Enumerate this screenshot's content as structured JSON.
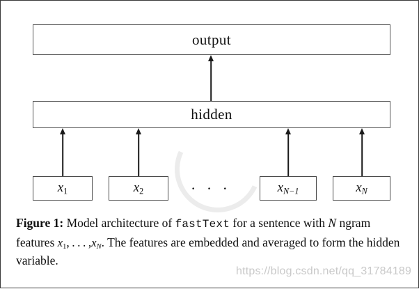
{
  "figure": {
    "layers": {
      "output": {
        "label": "output"
      },
      "hidden": {
        "label": "hidden"
      }
    },
    "inputs": [
      {
        "id": "x1",
        "base": "x",
        "sub": "1",
        "sub_italic": false
      },
      {
        "id": "x2",
        "base": "x",
        "sub": "2",
        "sub_italic": false
      },
      {
        "id": "xn1",
        "base": "x",
        "sub": "N−1",
        "sub_italic": true
      },
      {
        "id": "xn",
        "base": "x",
        "sub": "N",
        "sub_italic": true
      }
    ],
    "ellipsis": "· · ·",
    "arrows": [
      {
        "name": "arrow-hidden-to-output",
        "from": "hidden",
        "to": "output"
      },
      {
        "name": "arrow-x1-to-hidden",
        "from": "x1",
        "to": "hidden"
      },
      {
        "name": "arrow-x2-to-hidden",
        "from": "x2",
        "to": "hidden"
      },
      {
        "name": "arrow-xn1-to-hidden",
        "from": "xn1",
        "to": "hidden"
      },
      {
        "name": "arrow-xn-to-hidden",
        "from": "xn",
        "to": "hidden"
      }
    ]
  },
  "caption": {
    "figure_label": "Figure 1:",
    "text_part_1": "Model architecture of",
    "monospace_term": "fastText",
    "text_part_2": "for a sentence with",
    "variable_N": "N",
    "text_part_3": "ngram features",
    "math_x1_base": "x",
    "math_x1_sub": "1",
    "math_comma_dots": ", . . . ,",
    "math_xN_base": "x",
    "math_xN_sub": "N",
    "text_part_4": ". The features are embedded and averaged to form the hidden variable."
  },
  "watermark": {
    "url": "https://blog.csdn.net/qq_31784189"
  },
  "colors": {
    "page_background": "#ffffff",
    "box_border": "#555555",
    "arrow": "#1a1a1a",
    "text": "#101010",
    "watermark": "#c9c9c9",
    "page_border": "#3a3a3a"
  }
}
